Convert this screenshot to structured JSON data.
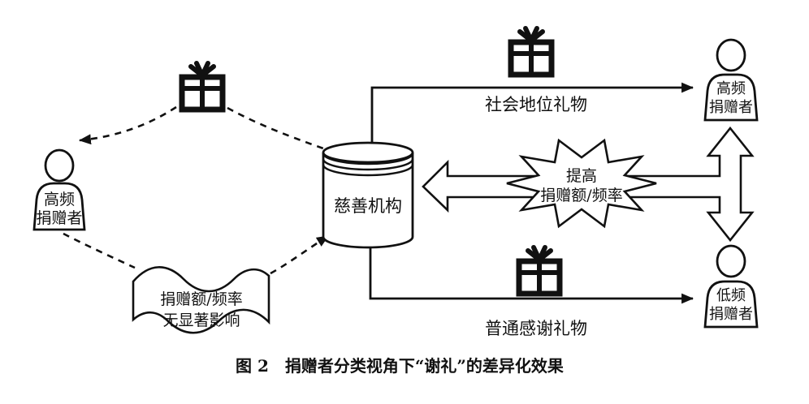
{
  "figure": {
    "caption": "图 2　捐赠者分类视角下“谢礼”的差异化效果"
  },
  "charity": {
    "label": "慈善机构"
  },
  "donors": {
    "left": {
      "line1": "高频",
      "line2": "捐赠者"
    },
    "top_right": {
      "line1": "高频",
      "line2": "捐赠者"
    },
    "bottom_right": {
      "line1": "低频",
      "line2": "捐赠者"
    }
  },
  "callouts": {
    "no_effect": {
      "line1": "捐赠额/频率",
      "line2": "无显著影响"
    },
    "increase": {
      "line1": "提高",
      "line2": "捐赠额/频率"
    }
  },
  "edges": {
    "social_status_gift_label": "社会地位礼物",
    "ordinary_thanks_gift_label": "普通感谢礼物"
  },
  "icons": {
    "gift_icon": "🎁",
    "person_icon": "👤",
    "database_icon": "🗄"
  },
  "colors": {
    "ink": "#111111",
    "background": "#ffffff"
  }
}
